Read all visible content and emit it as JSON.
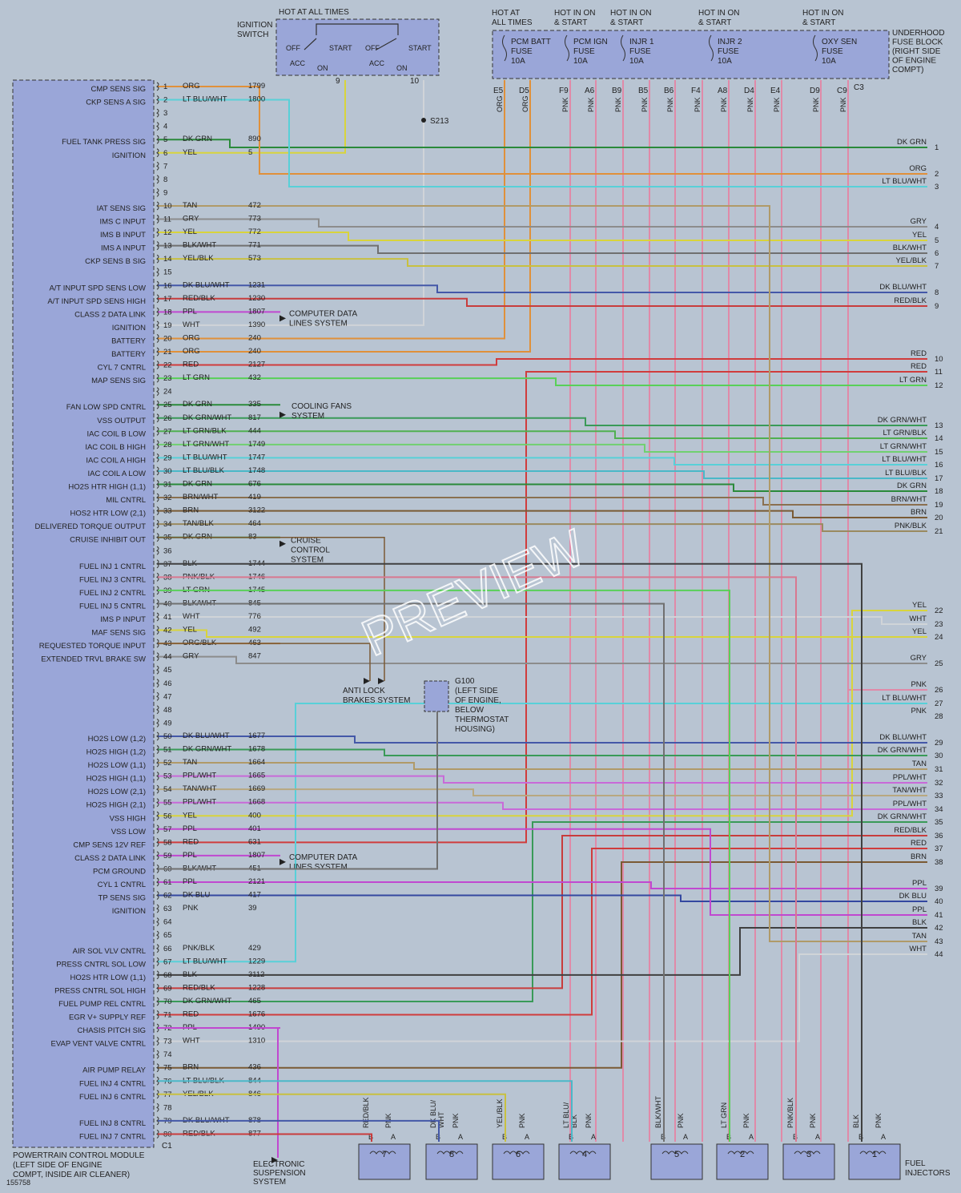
{
  "ignition_switch": {
    "header": "HOT AT ALL TIMES",
    "label": "IGNITION\nSWITCH",
    "contacts_left": [
      "OFF",
      "START",
      "ACC",
      "ON"
    ],
    "contacts_right": [
      "OFF",
      "START",
      "ACC",
      "ON"
    ],
    "terminals": [
      {
        "pin": "9",
        "color_name": "YEL",
        "hex": "#d8d43c"
      },
      {
        "pin": "10",
        "color_name": "WHT",
        "hex": "#d0d4d8"
      }
    ],
    "splice": "S213"
  },
  "fuse_block": {
    "label": "UNDERHOOD\nFUSE BLOCK\n(RIGHT SIDE\nOF ENGINE\nCOMPT)",
    "connector": "C3",
    "fuses": [
      {
        "header": "HOT AT\nALL TIMES",
        "name": "PCM BATT\nFUSE\n10A",
        "cavities": [
          {
            "id": "E5",
            "color": "ORG"
          },
          {
            "id": "D5",
            "color": "ORG"
          }
        ]
      },
      {
        "header": "HOT IN ON\n& START",
        "name": "PCM IGN\nFUSE\n10A",
        "cavities": [
          {
            "id": "F9",
            "color": "PNK"
          },
          {
            "id": "A6",
            "color": "PNK"
          }
        ]
      },
      {
        "header": "HOT IN ON\n& START",
        "name": "INJR 1\nFUSE\n10A",
        "cavities": [
          {
            "id": "B9",
            "color": "PNK"
          },
          {
            "id": "B5",
            "color": "PNK"
          },
          {
            "id": "B6",
            "color": "PNK"
          },
          {
            "id": "F4",
            "color": "PNK"
          }
        ]
      },
      {
        "header": "HOT IN ON\n& START",
        "name": "INJR 2\nFUSE\n10A",
        "cavities": [
          {
            "id": "A8",
            "color": "PNK"
          },
          {
            "id": "D4",
            "color": "PNK"
          },
          {
            "id": "E4",
            "color": "PNK"
          }
        ]
      },
      {
        "header": "HOT IN ON\n& START",
        "name": "OXY SEN\nFUSE\n10A",
        "cavities": [
          {
            "id": "D9",
            "color": "PNK"
          },
          {
            "id": "C9",
            "color": "PNK"
          }
        ]
      }
    ]
  },
  "pcm": {
    "label": "POWERTRAIN CONTROL MODULE\n(LEFT SIDE OF ENGINE\nCOMPT, INSIDE AIR CLEANER)",
    "connector": "C1",
    "diagram_id": "155758",
    "pins": [
      {
        "pin": 1,
        "fn": "CMP SENS SIG",
        "color": "ORG",
        "circuit": "1799",
        "hex": "#e0903a"
      },
      {
        "pin": 2,
        "fn": "CKP SENS A SIG",
        "color": "LT BLU/WHT",
        "circuit": "1800",
        "hex": "#58d0d8"
      },
      {
        "pin": 3,
        "fn": "",
        "color": "",
        "circuit": "",
        "hex": ""
      },
      {
        "pin": 4,
        "fn": "",
        "color": "",
        "circuit": "",
        "hex": ""
      },
      {
        "pin": 5,
        "fn": "FUEL TANK PRESS SIG",
        "color": "DK GRN",
        "circuit": "890",
        "hex": "#2a8a3a"
      },
      {
        "pin": 6,
        "fn": "IGNITION",
        "color": "YEL",
        "circuit": "5",
        "hex": "#d8d43c"
      },
      {
        "pin": 7,
        "fn": "",
        "color": "",
        "circuit": "",
        "hex": ""
      },
      {
        "pin": 8,
        "fn": "",
        "color": "",
        "circuit": "",
        "hex": ""
      },
      {
        "pin": 9,
        "fn": "",
        "color": "",
        "circuit": "",
        "hex": ""
      },
      {
        "pin": 10,
        "fn": "IAT SENS SIG",
        "color": "TAN",
        "circuit": "472",
        "hex": "#b09a68"
      },
      {
        "pin": 11,
        "fn": "IMS C INPUT",
        "color": "GRY",
        "circuit": "773",
        "hex": "#8c8c8c"
      },
      {
        "pin": 12,
        "fn": "IMS B INPUT",
        "color": "YEL",
        "circuit": "772",
        "hex": "#d8d43c"
      },
      {
        "pin": 13,
        "fn": "IMS A INPUT",
        "color": "BLK/WHT",
        "circuit": "771",
        "hex": "#707070"
      },
      {
        "pin": 14,
        "fn": "CKP SENS B SIG",
        "color": "YEL/BLK",
        "circuit": "573",
        "hex": "#c8c040"
      },
      {
        "pin": 15,
        "fn": "",
        "color": "",
        "circuit": "",
        "hex": ""
      },
      {
        "pin": 16,
        "fn": "A/T INPUT SPD SENS LOW",
        "color": "DK BLU/WHT",
        "circuit": "1231",
        "hex": "#4458a8"
      },
      {
        "pin": 17,
        "fn": "A/T INPUT SPD SENS HIGH",
        "color": "RED/BLK",
        "circuit": "1230",
        "hex": "#c83c3c"
      },
      {
        "pin": 18,
        "fn": "CLASS 2 DATA LINK",
        "color": "PPL",
        "circuit": "1807",
        "hex": "#c048d0"
      },
      {
        "pin": 19,
        "fn": "IGNITION",
        "color": "WHT",
        "circuit": "1390",
        "hex": "#d0d4d8"
      },
      {
        "pin": 20,
        "fn": "BATTERY",
        "color": "ORG",
        "circuit": "240",
        "hex": "#e0903a"
      },
      {
        "pin": 21,
        "fn": "BATTERY",
        "color": "ORG",
        "circuit": "240",
        "hex": "#e0903a"
      },
      {
        "pin": 22,
        "fn": "CYL 7 CNTRL",
        "color": "RED",
        "circuit": "2127",
        "hex": "#d03c3c"
      },
      {
        "pin": 23,
        "fn": "MAP SENS SIG",
        "color": "LT GRN",
        "circuit": "432",
        "hex": "#58d058"
      },
      {
        "pin": 24,
        "fn": "",
        "color": "",
        "circuit": "",
        "hex": ""
      },
      {
        "pin": 25,
        "fn": "FAN LOW SPD CNTRL",
        "color": "DK GRN",
        "circuit": "335",
        "hex": "#2a8a3a"
      },
      {
        "pin": 26,
        "fn": "VSS OUTPUT",
        "color": "DK GRN/WHT",
        "circuit": "817",
        "hex": "#3a9a58"
      },
      {
        "pin": 27,
        "fn": "IAC COIL B LOW",
        "color": "LT GRN/BLK",
        "circuit": "444",
        "hex": "#50b050"
      },
      {
        "pin": 28,
        "fn": "IAC COIL B HIGH",
        "color": "LT GRN/WHT",
        "circuit": "1749",
        "hex": "#70d070"
      },
      {
        "pin": 29,
        "fn": "IAC COIL A HIGH",
        "color": "LT BLU/WHT",
        "circuit": "1747",
        "hex": "#58d0d8"
      },
      {
        "pin": 30,
        "fn": "IAC COIL A LOW",
        "color": "LT BLU/BLK",
        "circuit": "1748",
        "hex": "#4ab8c8"
      },
      {
        "pin": 31,
        "fn": "HO2S HTR HIGH (1,1)",
        "color": "DK GRN",
        "circuit": "676",
        "hex": "#2a8a3a"
      },
      {
        "pin": 32,
        "fn": "MIL CNTRL",
        "color": "BRN/WHT",
        "circuit": "419",
        "hex": "#8a7050"
      },
      {
        "pin": 33,
        "fn": "HOS2 HTR LOW (2,1)",
        "color": "BRN",
        "circuit": "3122",
        "hex": "#7a5a34"
      },
      {
        "pin": 34,
        "fn": "DELIVERED TORQUE OUTPUT",
        "color": "TAN/BLK",
        "circuit": "464",
        "hex": "#9a8a60"
      },
      {
        "pin": 35,
        "fn": "CRUISE INHIBIT OUT",
        "color": "DK GRN",
        "circuit": "83",
        "hex": "#2a8a3a"
      },
      {
        "pin": 36,
        "fn": "",
        "color": "",
        "circuit": "",
        "hex": ""
      },
      {
        "pin": 37,
        "fn": "FUEL INJ 1 CNTRL",
        "color": "BLK",
        "circuit": "1744",
        "hex": "#404040"
      },
      {
        "pin": 38,
        "fn": "FUEL INJ 3 CNTRL",
        "color": "PNK/BLK",
        "circuit": "1746",
        "hex": "#d87890"
      },
      {
        "pin": 39,
        "fn": "FUEL INJ 2 CNTRL",
        "color": "LT GRN",
        "circuit": "1745",
        "hex": "#58d058"
      },
      {
        "pin": 40,
        "fn": "FUEL INJ 5 CNTRL",
        "color": "BLK/WHT",
        "circuit": "845",
        "hex": "#707070"
      },
      {
        "pin": 41,
        "fn": "IMS P INPUT",
        "color": "WHT",
        "circuit": "776",
        "hex": "#d0d4d8"
      },
      {
        "pin": 42,
        "fn": "MAF SENS SIG",
        "color": "YEL",
        "circuit": "492",
        "hex": "#d8d43c"
      },
      {
        "pin": 43,
        "fn": "REQUESTED TORQUE INPUT",
        "color": "ORG/BLK",
        "circuit": "463",
        "hex": "#c08040"
      },
      {
        "pin": 44,
        "fn": "EXTENDED TRVL BRAKE SW",
        "color": "GRY",
        "circuit": "847",
        "hex": "#8c8c8c"
      },
      {
        "pin": 45,
        "fn": "",
        "color": "",
        "circuit": "",
        "hex": ""
      },
      {
        "pin": 46,
        "fn": "",
        "color": "",
        "circuit": "",
        "hex": ""
      },
      {
        "pin": 47,
        "fn": "",
        "color": "",
        "circuit": "",
        "hex": ""
      },
      {
        "pin": 48,
        "fn": "",
        "color": "",
        "circuit": "",
        "hex": ""
      },
      {
        "pin": 49,
        "fn": "",
        "color": "",
        "circuit": "",
        "hex": ""
      },
      {
        "pin": 50,
        "fn": "HO2S LOW (1,2)",
        "color": "DK BLU/WHT",
        "circuit": "1677",
        "hex": "#4458a8"
      },
      {
        "pin": 51,
        "fn": "HO2S HIGH (1,2)",
        "color": "DK GRN/WHT",
        "circuit": "1678",
        "hex": "#3a9a58"
      },
      {
        "pin": 52,
        "fn": "HO2S LOW (1,1)",
        "color": "TAN",
        "circuit": "1664",
        "hex": "#b09a68"
      },
      {
        "pin": 53,
        "fn": "HO2S HIGH (1,1)",
        "color": "PPL/WHT",
        "circuit": "1665",
        "hex": "#c86ad8"
      },
      {
        "pin": 54,
        "fn": "HO2S LOW (2,1)",
        "color": "TAN/WHT",
        "circuit": "1669",
        "hex": "#b8a880"
      },
      {
        "pin": 55,
        "fn": "HO2S HIGH (2,1)",
        "color": "PPL/WHT",
        "circuit": "1668",
        "hex": "#c86ad8"
      },
      {
        "pin": 56,
        "fn": "VSS HIGH",
        "color": "YEL",
        "circuit": "400",
        "hex": "#d8d43c"
      },
      {
        "pin": 57,
        "fn": "VSS LOW",
        "color": "PPL",
        "circuit": "401",
        "hex": "#c048d0"
      },
      {
        "pin": 58,
        "fn": "CMP SENS 12V REF",
        "color": "RED",
        "circuit": "631",
        "hex": "#d03c3c"
      },
      {
        "pin": 59,
        "fn": "CLASS 2 DATA LINK",
        "color": "PPL",
        "circuit": "1807",
        "hex": "#c048d0"
      },
      {
        "pin": 60,
        "fn": "PCM GROUND",
        "color": "BLK/WHT",
        "circuit": "451",
        "hex": "#707070"
      },
      {
        "pin": 61,
        "fn": "CYL 1 CNTRL",
        "color": "PPL",
        "circuit": "2121",
        "hex": "#c048d0"
      },
      {
        "pin": 62,
        "fn": "TP SENS SIG",
        "color": "DK BLU",
        "circuit": "417",
        "hex": "#3448a0"
      },
      {
        "pin": 63,
        "fn": "IGNITION",
        "color": "PNK",
        "circuit": "39",
        "hex": "#e08aa8"
      },
      {
        "pin": 64,
        "fn": "",
        "color": "",
        "circuit": "",
        "hex": ""
      },
      {
        "pin": 65,
        "fn": "",
        "color": "",
        "circuit": "",
        "hex": ""
      },
      {
        "pin": 66,
        "fn": "AIR SOL VLV CNTRL",
        "color": "PNK/BLK",
        "circuit": "429",
        "hex": "#d87890"
      },
      {
        "pin": 67,
        "fn": "PRESS CNTRL SOL LOW",
        "color": "LT BLU/WHT",
        "circuit": "1229",
        "hex": "#58d0d8"
      },
      {
        "pin": 68,
        "fn": "HO2S HTR LOW (1,1)",
        "color": "BLK",
        "circuit": "3112",
        "hex": "#404040"
      },
      {
        "pin": 69,
        "fn": "PRESS CNTRL SOL HIGH",
        "color": "RED/BLK",
        "circuit": "1228",
        "hex": "#c83c3c"
      },
      {
        "pin": 70,
        "fn": "FUEL PUMP REL CNTRL",
        "color": "DK GRN/WHT",
        "circuit": "465",
        "hex": "#3a9a58"
      },
      {
        "pin": 71,
        "fn": "EGR V+ SUPPLY REF",
        "color": "RED",
        "circuit": "1676",
        "hex": "#d03c3c"
      },
      {
        "pin": 72,
        "fn": "CHASIS PITCH SIG",
        "color": "PPL",
        "circuit": "1490",
        "hex": "#c048d0"
      },
      {
        "pin": 73,
        "fn": "EVAP VENT VALVE CNTRL",
        "color": "WHT",
        "circuit": "1310",
        "hex": "#d0d4d8"
      },
      {
        "pin": 74,
        "fn": "",
        "color": "",
        "circuit": "",
        "hex": ""
      },
      {
        "pin": 75,
        "fn": "AIR PUMP RELAY",
        "color": "BRN",
        "circuit": "436",
        "hex": "#7a5a34"
      },
      {
        "pin": 76,
        "fn": "FUEL INJ 4 CNTRL",
        "color": "LT BLU/BLK",
        "circuit": "844",
        "hex": "#4ab8c8"
      },
      {
        "pin": 77,
        "fn": "FUEL INJ 6 CNTRL",
        "color": "YEL/BLK",
        "circuit": "846",
        "hex": "#c8c040"
      },
      {
        "pin": 78,
        "fn": "",
        "color": "",
        "circuit": "",
        "hex": ""
      },
      {
        "pin": 79,
        "fn": "FUEL INJ 8 CNTRL",
        "color": "DK BLU/WHT",
        "circuit": "878",
        "hex": "#4458a8"
      },
      {
        "pin": 80,
        "fn": "FUEL INJ 7 CNTRL",
        "color": "RED/BLK",
        "circuit": "877",
        "hex": "#c83c3c"
      }
    ]
  },
  "right_terminals": [
    {
      "n": 1,
      "color": "DK GRN",
      "hex": "#2a8a3a"
    },
    {
      "n": 2,
      "color": "ORG",
      "hex": "#e0903a"
    },
    {
      "n": 3,
      "color": "LT BLU/WHT",
      "hex": "#58d0d8"
    },
    {
      "n": 4,
      "color": "GRY",
      "hex": "#8c8c8c"
    },
    {
      "n": 5,
      "color": "YEL",
      "hex": "#d8d43c"
    },
    {
      "n": 6,
      "color": "BLK/WHT",
      "hex": "#707070"
    },
    {
      "n": 7,
      "color": "YEL/BLK",
      "hex": "#c8c040"
    },
    {
      "n": 8,
      "color": "DK BLU/WHT",
      "hex": "#4458a8"
    },
    {
      "n": 9,
      "color": "RED/BLK",
      "hex": "#c83c3c"
    },
    {
      "n": 10,
      "color": "RED",
      "hex": "#d03c3c"
    },
    {
      "n": 11,
      "color": "RED",
      "hex": "#d03c3c"
    },
    {
      "n": 12,
      "color": "LT GRN",
      "hex": "#58d058"
    },
    {
      "n": 13,
      "color": "DK GRN/WHT",
      "hex": "#3a9a58"
    },
    {
      "n": 14,
      "color": "LT GRN/BLK",
      "hex": "#50b050"
    },
    {
      "n": 15,
      "color": "LT GRN/WHT",
      "hex": "#70d070"
    },
    {
      "n": 16,
      "color": "LT BLU/WHT",
      "hex": "#58d0d8"
    },
    {
      "n": 17,
      "color": "LT BLU/BLK",
      "hex": "#4ab8c8"
    },
    {
      "n": 18,
      "color": "DK GRN",
      "hex": "#2a8a3a"
    },
    {
      "n": 19,
      "color": "BRN/WHT",
      "hex": "#8a7050"
    },
    {
      "n": 20,
      "color": "BRN",
      "hex": "#7a5a34"
    },
    {
      "n": 21,
      "color": "PNK/BLK",
      "hex": "#d87890"
    },
    {
      "n": 22,
      "color": "YEL",
      "hex": "#d8d43c"
    },
    {
      "n": 23,
      "color": "WHT",
      "hex": "#d0d4d8"
    },
    {
      "n": 24,
      "color": "YEL",
      "hex": "#d8d43c"
    },
    {
      "n": 25,
      "color": "GRY",
      "hex": "#8c8c8c"
    },
    {
      "n": 26,
      "color": "PNK",
      "hex": "#e08aa8"
    },
    {
      "n": 27,
      "color": "LT BLU/WHT",
      "hex": "#58d0d8"
    },
    {
      "n": 28,
      "color": "PNK",
      "hex": "#e08aa8"
    },
    {
      "n": 29,
      "color": "DK BLU/WHT",
      "hex": "#4458a8"
    },
    {
      "n": 30,
      "color": "DK GRN/WHT",
      "hex": "#3a9a58"
    },
    {
      "n": 31,
      "color": "TAN",
      "hex": "#b09a68"
    },
    {
      "n": 32,
      "color": "PPL/WHT",
      "hex": "#c86ad8"
    },
    {
      "n": 33,
      "color": "TAN/WHT",
      "hex": "#b8a880"
    },
    {
      "n": 34,
      "color": "PPL/WHT",
      "hex": "#c86ad8"
    },
    {
      "n": 35,
      "color": "DK GRN/WHT",
      "hex": "#3a9a58"
    },
    {
      "n": 36,
      "color": "RED/BLK",
      "hex": "#c83c3c"
    },
    {
      "n": 37,
      "color": "RED",
      "hex": "#d03c3c"
    },
    {
      "n": 38,
      "color": "BRN",
      "hex": "#7a5a34"
    },
    {
      "n": 39,
      "color": "PPL",
      "hex": "#c048d0"
    },
    {
      "n": 40,
      "color": "DK BLU",
      "hex": "#3448a0"
    },
    {
      "n": 41,
      "color": "PPL",
      "hex": "#c048d0"
    },
    {
      "n": 42,
      "color": "BLK",
      "hex": "#404040"
    },
    {
      "n": 43,
      "color": "TAN",
      "hex": "#b09a68"
    },
    {
      "n": 44,
      "color": "WHT",
      "hex": "#d0d4d8"
    }
  ],
  "annotations": {
    "computer_data_1": "COMPUTER DATA\nLINES SYSTEM",
    "cooling_fans": "COOLING FANS\nSYSTEM",
    "cruise": "CRUISE\nCONTROL\nSYSTEM",
    "abs": "ANTI LOCK\nBRAKES SYSTEM",
    "computer_data_2": "COMPUTER DATA\nLINES SYSTEM",
    "electronic_susp": "ELECTRONIC\nSUSPENSION\nSYSTEM",
    "ground": "G100\n(LEFT SIDE\nOF ENGINE,\nBELOW\nTHERMOSTAT\nHOUSING)",
    "injectors_label": "FUEL\nINJECTORS",
    "watermark": "PREVIEW"
  },
  "injectors": [
    {
      "num": "7",
      "b_color": "RED/BLK",
      "a_color": "PNK"
    },
    {
      "num": "8",
      "b_color": "DK BLU/\nWHT",
      "a_color": "PNK"
    },
    {
      "num": "6",
      "b_color": "YEL/BLK",
      "a_color": "PNK"
    },
    {
      "num": "4",
      "b_color": "LT BLU/\nBLK",
      "a_color": "PNK"
    },
    {
      "num": "5",
      "b_color": "BLK/WHT",
      "a_color": "PNK"
    },
    {
      "num": "2",
      "b_color": "LT GRN",
      "a_color": "PNK"
    },
    {
      "num": "3",
      "b_color": "PNK/BLK",
      "a_color": "PNK"
    },
    {
      "num": "1",
      "b_color": "BLK",
      "a_color": "PNK"
    }
  ],
  "pin_letters": {
    "b": "B",
    "a": "A"
  }
}
